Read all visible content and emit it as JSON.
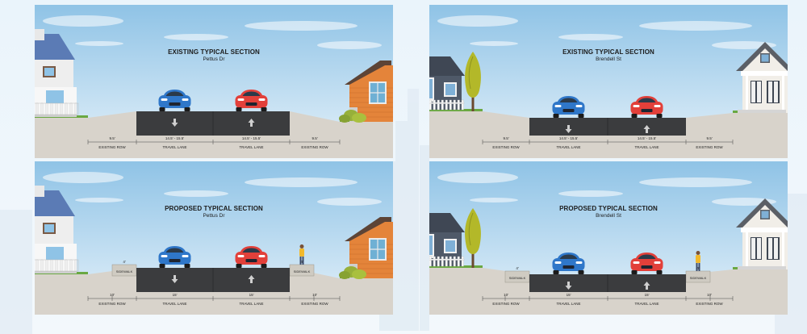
{
  "panels": [
    {
      "id": "existing-pettus",
      "title": "EXISTING TYPICAL SECTION",
      "street": "Pettus Dr",
      "variant": "existing",
      "mirror": false,
      "dims": [
        "9.5'",
        "14.5' - 15.5'",
        "14.5' - 15.5'",
        "9.5'"
      ],
      "labels": [
        "EXISTING ROW",
        "TRAVEL LANE",
        "TRAVEL LANE",
        "EXISTING ROW"
      ]
    },
    {
      "id": "existing-brendell",
      "title": "EXISTING TYPICAL SECTION",
      "street": "Brendell St",
      "variant": "existing",
      "mirror": true,
      "dims": [
        "9.5'",
        "14.5' - 15.5'",
        "14.5' - 15.5'",
        "9.5'"
      ],
      "labels": [
        "EXISTING ROW",
        "TRAVEL LANE",
        "TRAVEL LANE",
        "EXISTING ROW"
      ]
    },
    {
      "id": "proposed-pettus",
      "title": "PROPOSED TYPICAL SECTION",
      "street": "Pettus Dr",
      "variant": "proposed",
      "mirror": false,
      "dims": [
        "10'",
        "15'",
        "15'",
        "10'"
      ],
      "sidewalk_dims": [
        "4'",
        "4'"
      ],
      "sidewalk_label": "SIDEWALK",
      "labels": [
        "EXISTING ROW",
        "TRAVEL LANE",
        "TRAVEL LANE",
        "EXISTING ROW"
      ]
    },
    {
      "id": "proposed-brendell",
      "title": "PROPOSED TYPICAL SECTION",
      "street": "Brendell St",
      "variant": "proposed",
      "mirror": true,
      "dims": [
        "10'",
        "15'",
        "15'",
        "10'"
      ],
      "sidewalk_dims": [
        "4'",
        "4'"
      ],
      "sidewalk_label": "SIDEWALK",
      "labels": [
        "EXISTING ROW",
        "TRAVEL LANE",
        "TRAVEL LANE",
        "EXISTING ROW"
      ]
    }
  ],
  "colors": {
    "sky_top": "#8fc3e6",
    "sky_bottom": "#e6f2fa",
    "asphalt": "#3b3c3e",
    "ground": "#d8d3cb",
    "grass": "#6aa842",
    "sidewalk": "#cfcbc2",
    "blue_car": "#2f77c9",
    "red_car": "#e2403a",
    "house_left": "#5b7bb5",
    "house_right": "#e4843a",
    "house_white": "#f1eee8",
    "tree": "#b3b829"
  }
}
